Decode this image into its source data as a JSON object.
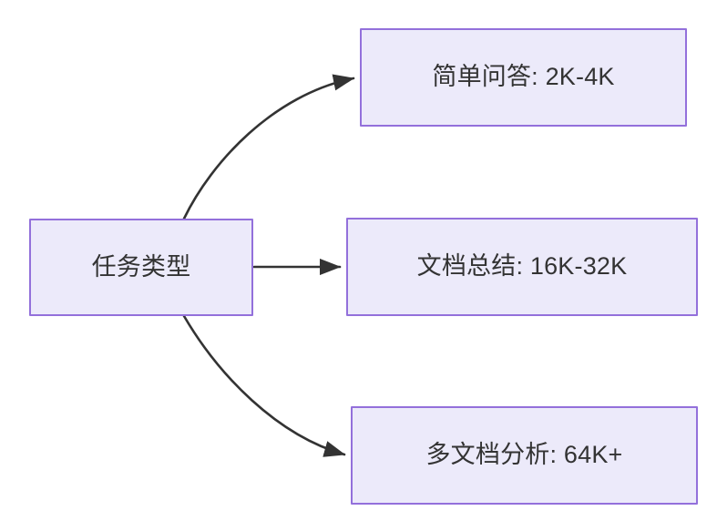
{
  "diagram": {
    "type": "flowchart",
    "direction": "left-to-right",
    "background_color": "#FFFFFF",
    "node_fill_color": "#ECEAFA",
    "node_border_color": "#9370DB",
    "node_text_color": "#333333",
    "edge_color": "#333333",
    "root": {
      "id": "task-type",
      "label": "任务类型"
    },
    "branches": [
      {
        "id": "simple-qa",
        "label": "简单问答: 2K-4K",
        "edge_style": "curved-up"
      },
      {
        "id": "doc-summary",
        "label": "文档总结: 16K-32K",
        "edge_style": "straight"
      },
      {
        "id": "multi-doc",
        "label": "多文档分析: 64K+",
        "edge_style": "curved-down"
      }
    ]
  }
}
